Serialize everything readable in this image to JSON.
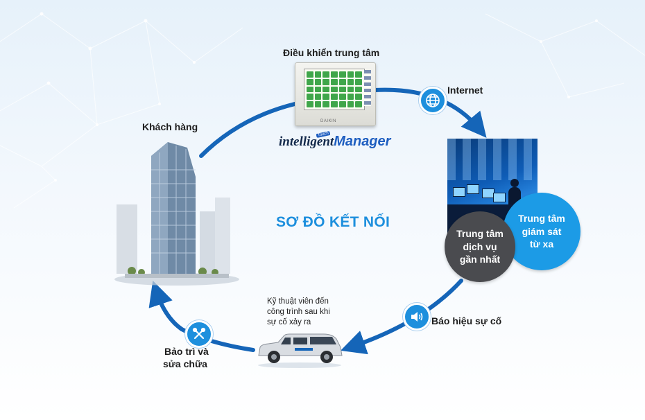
{
  "diagram": {
    "title": "SƠ ĐỒ KẾT NỐI",
    "nodes": {
      "central_control": {
        "label": "Điều khiển trung tâm",
        "brand_small": "DAIKIN"
      },
      "logo": {
        "part1": "intelligent",
        "part2": "Manager",
        "tag": "Touch"
      },
      "internet": {
        "label": "Internet",
        "icon": "globe-icon"
      },
      "remote_monitoring": {
        "label": "Trung tâm\ngiám sát\ntừ xa"
      },
      "nearest_service": {
        "label": "Trung tâm\ndịch vụ\ngần nhất"
      },
      "alarm": {
        "label": "Báo hiệu sự cố",
        "icon": "speaker-icon"
      },
      "technician": {
        "label": "Kỹ thuật viên đến\ncông trình sau khi\nsự cố xảy ra"
      },
      "maintenance": {
        "label_line1": "Bảo trì và",
        "label_line2": "sửa chữa",
        "icon": "tools-icon"
      },
      "customer": {
        "label": "Khách hàng"
      }
    },
    "colors": {
      "arrow": "#1565b8",
      "accent_blue": "#1c9be6",
      "icon_blue": "#1d8fdd",
      "dark_grey": "#4a4b4f"
    }
  }
}
